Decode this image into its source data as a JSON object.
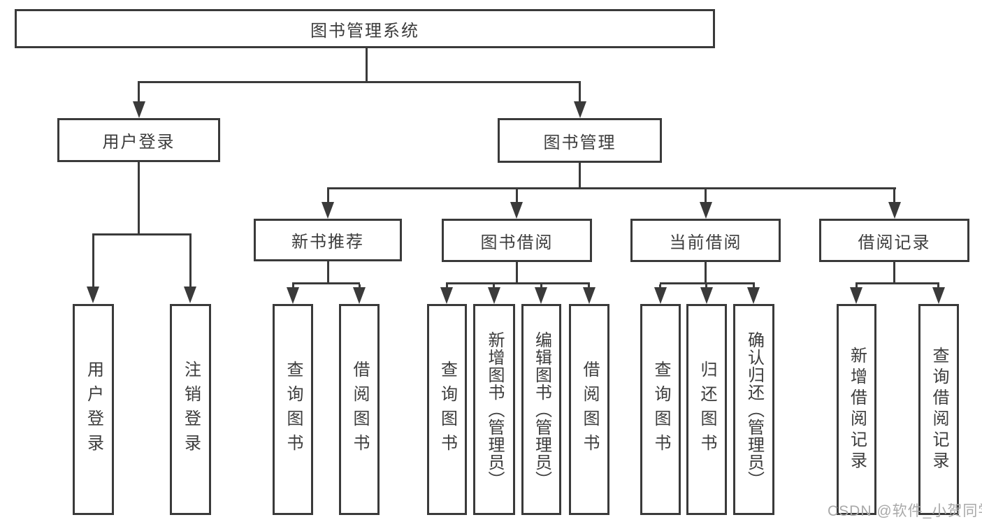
{
  "nodes": {
    "root": "图书管理系统",
    "user_login": "用户登录",
    "book_management": "图书管理",
    "new_book_recommend": "新书推荐",
    "book_borrowing": "图书借阅",
    "current_borrowing": "当前借阅",
    "borrowing_records": "借阅记录"
  },
  "leaves": {
    "user_login": [
      "用户登录",
      "注销登录"
    ],
    "new_book_recommend": [
      "查询图书",
      "借阅图书"
    ],
    "book_borrowing": [
      "查询图书",
      "新增图书（管理员）",
      "编辑图书（管理员）",
      "借阅图书"
    ],
    "current_borrowing": [
      "查询图书",
      "归还图书",
      "确认归还（管理员）"
    ],
    "borrowing_records": [
      "新增借阅记录",
      "查询借阅记录"
    ]
  },
  "watermark": "CSDN @软件_小贺同学",
  "colors": {
    "line": "#3a3a3a",
    "text": "#3c3c3c",
    "background": "#ffffff",
    "watermark": "#a9a9a9"
  }
}
